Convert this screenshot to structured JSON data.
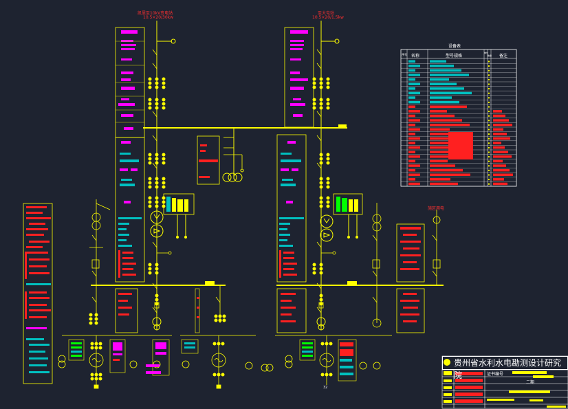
{
  "colors": {
    "background": "#1e2330",
    "line": "#ffff00",
    "text_red": "#ff2020",
    "text_magenta": "#ff00ff",
    "text_cyan": "#00c0c0",
    "text_green": "#00ff00",
    "border": "#ffffff"
  },
  "top_labels": {
    "left_line": "凯里至10kV变电站",
    "left_line_sub": "10.5×20/30kw",
    "right_line": "至大屯站",
    "right_line_sub": "10.5×20/1.5kw"
  },
  "equipment_table": {
    "title": "设备表",
    "headers": [
      "序号",
      "名称",
      "型号规格",
      "单位",
      "数量",
      "备注"
    ]
  },
  "side_label": "施区用电",
  "title_block": {
    "institute": "贵州省水利水电勘测设计研究院",
    "cert_label": "证书编号",
    "stage_label": "二期"
  },
  "bottom_label": "32"
}
